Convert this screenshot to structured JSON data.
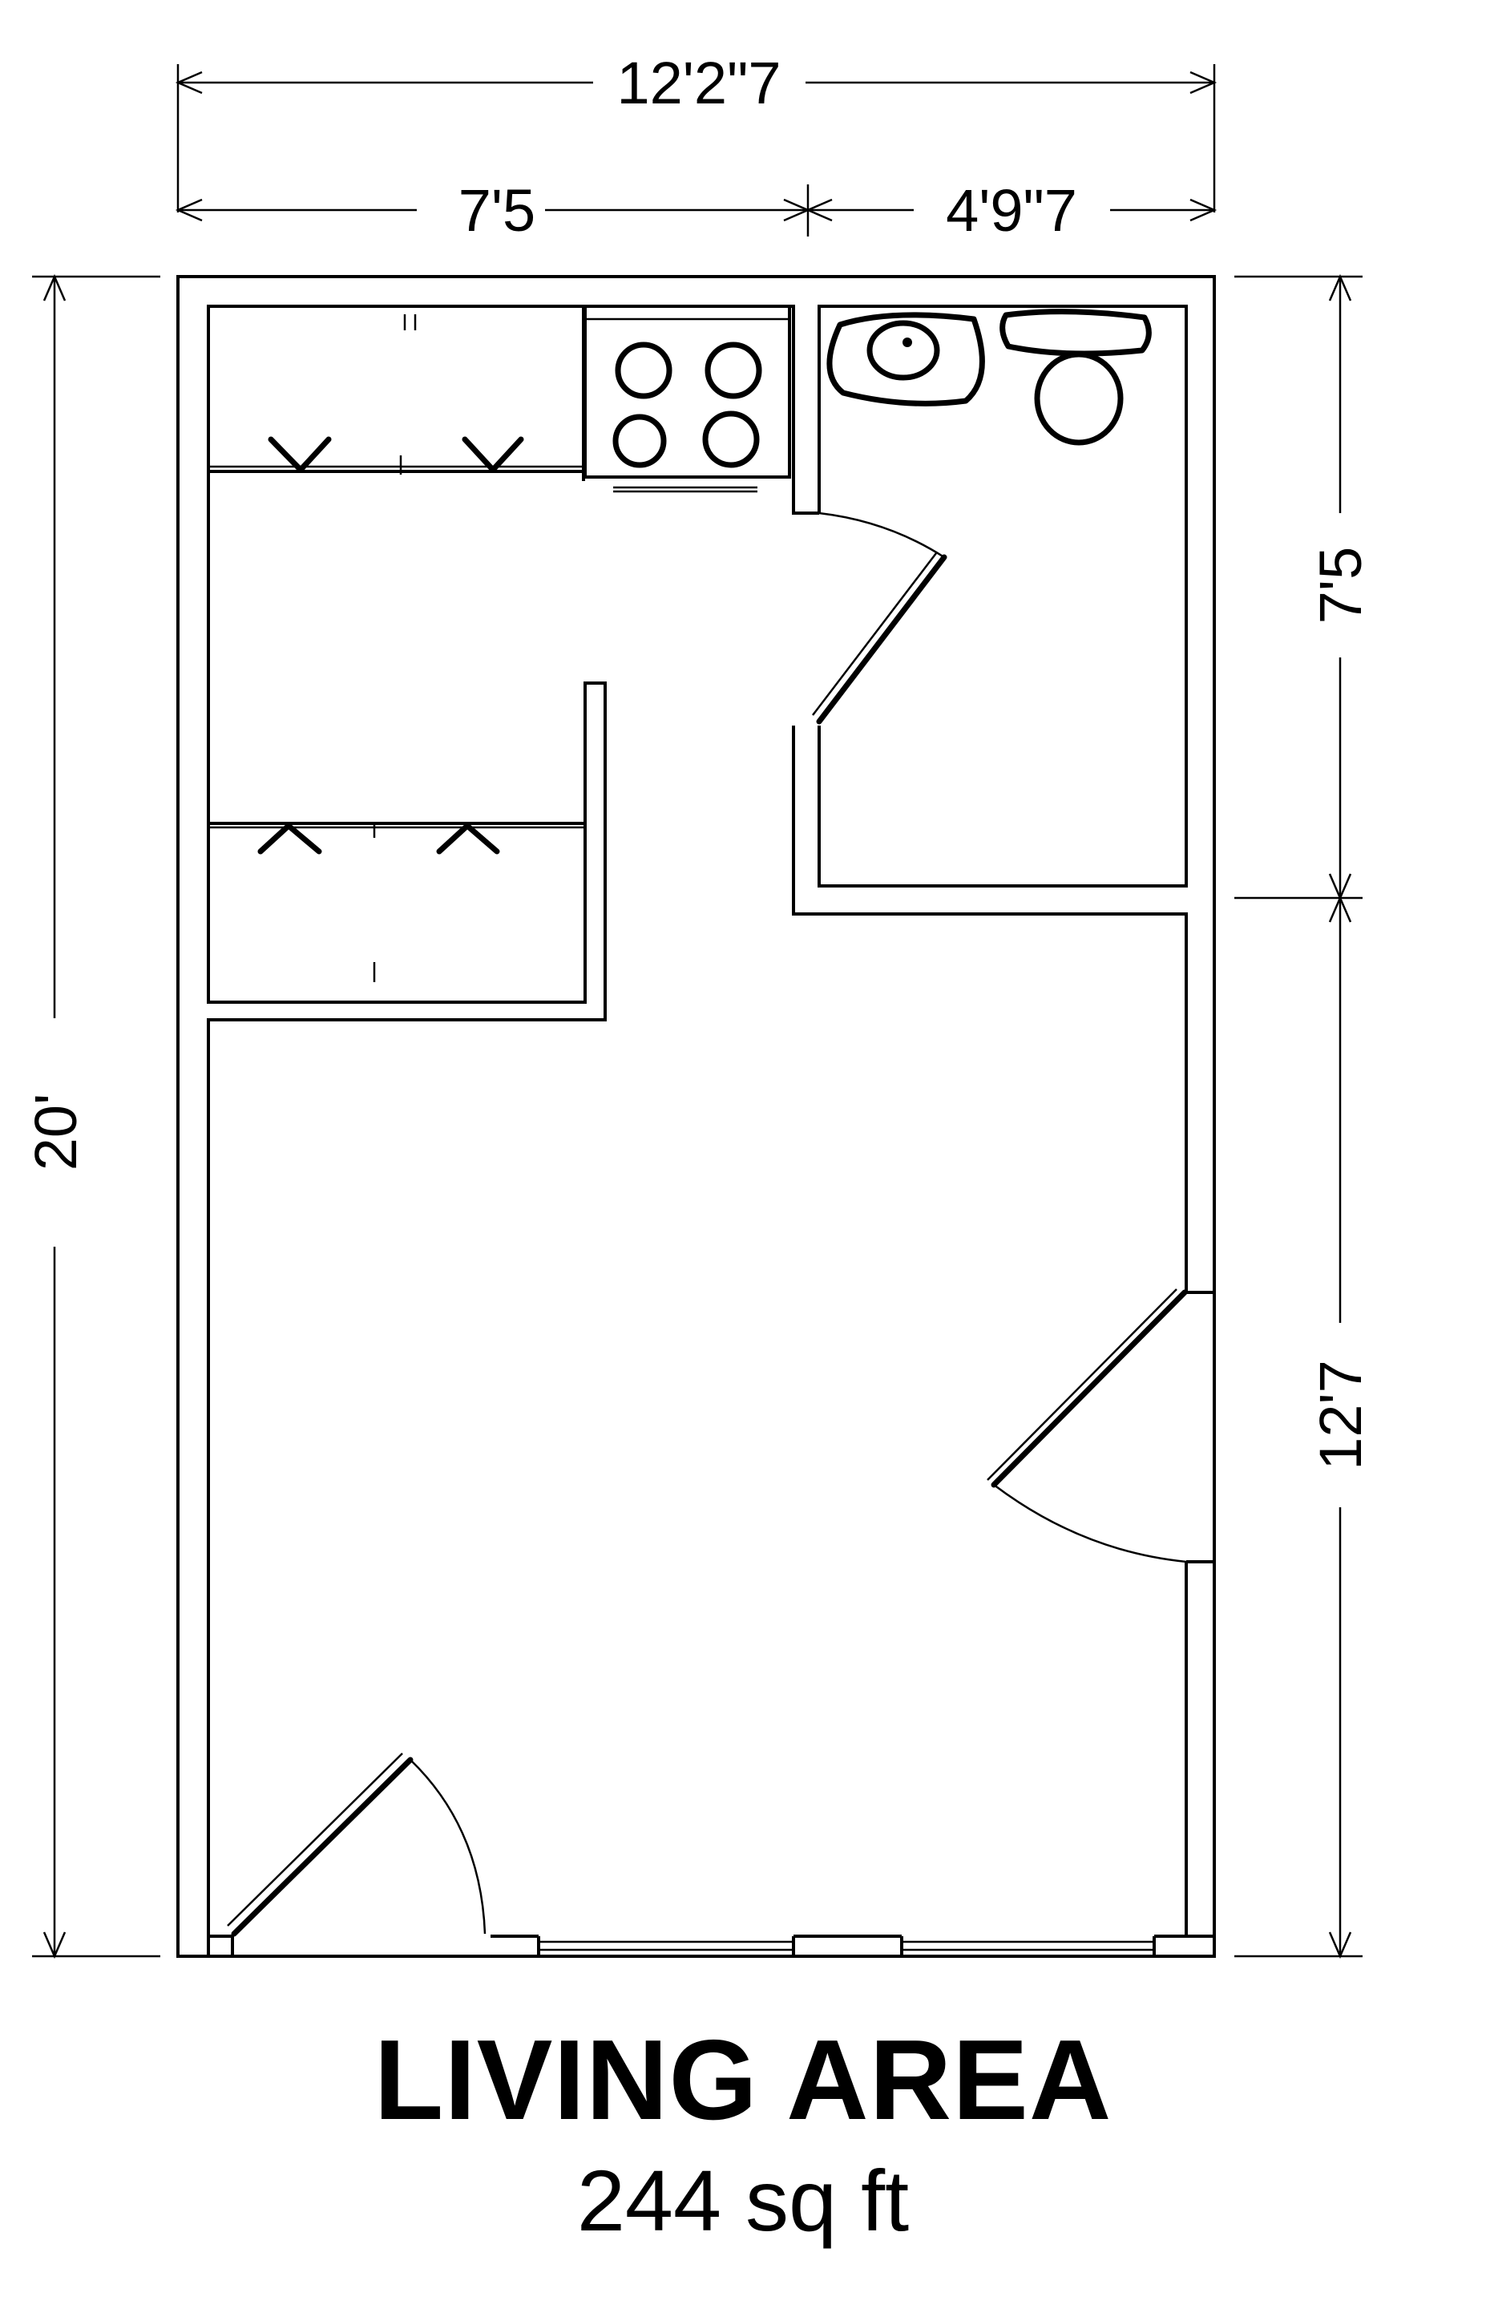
{
  "plan": {
    "title": "LIVING AREA",
    "area": "244 sq ft"
  },
  "dimensions": {
    "total_width": "12'2\"7",
    "kitchen_width": "7'5",
    "bath_width": "4'9\"7",
    "total_depth": "20'",
    "bath_depth": "7'5",
    "living_depth": "12'7"
  },
  "fixtures": [
    "stove-icon",
    "sink-icon",
    "toilet-icon",
    "door-icon",
    "window-icon",
    "closet-door-icon"
  ]
}
